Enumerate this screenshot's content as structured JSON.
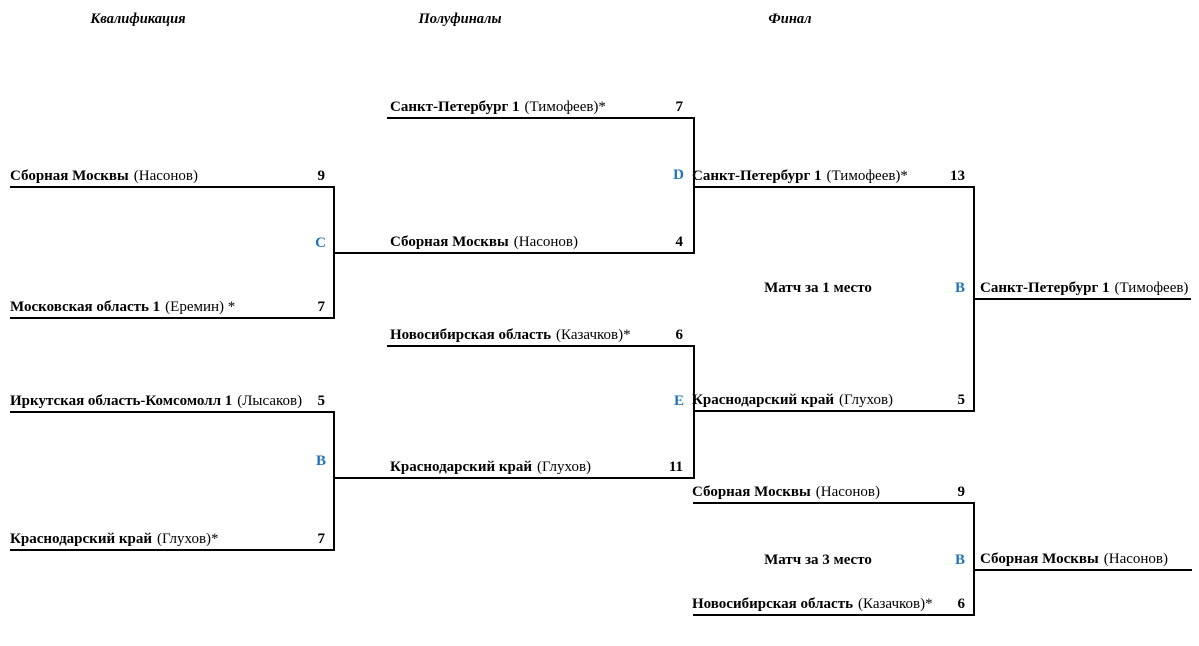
{
  "page": {
    "background_color": "#ffffff",
    "accent_blue": "#1F72BE",
    "line_color": "#000000"
  },
  "headers": {
    "qualification": "Квалификация",
    "semifinals": "Полуфиналы",
    "final": "Финал"
  },
  "bracket": {
    "qualification": {
      "match_c": {
        "letter": "C",
        "top": {
          "team": "Сборная Москвы",
          "coach": "(Насонов)",
          "score": "9"
        },
        "bottom": {
          "team": "Московская область 1",
          "coach": "(Еремин) *",
          "score": "7"
        }
      },
      "match_b": {
        "letter": "B",
        "top": {
          "team": "Иркутская область-Комсомолл 1",
          "coach": "(Лысаков)",
          "score": "5"
        },
        "bottom": {
          "team": "Краснодарский край",
          "coach": "(Глухов)*",
          "score": "7"
        }
      }
    },
    "semifinals": {
      "match_d": {
        "letter": "D",
        "top": {
          "team": "Санкт-Петербург 1",
          "coach": "(Тимофеев)*",
          "score": "7"
        },
        "bottom": {
          "team": "Сборная Москвы",
          "coach": "(Насонов)",
          "score": "4"
        }
      },
      "match_e": {
        "letter": "E",
        "top": {
          "team": "Новосибирская область",
          "coach": "(Казачков)*",
          "score": "6"
        },
        "bottom": {
          "team": "Краснодарский край",
          "coach": "(Глухов)",
          "score": "11"
        }
      }
    },
    "final": {
      "first_place": {
        "label": "Матч за 1 место",
        "letter": "В",
        "top": {
          "team": "Санкт-Петербург 1",
          "coach": "(Тимофеев)*",
          "score": "13"
        },
        "bottom": {
          "team": "Краснодарский край",
          "coach": "(Глухов)",
          "score": "5"
        },
        "winner": {
          "team": "Санкт-Петербург 1",
          "coach": "(Тимофеев)"
        }
      },
      "third_place": {
        "label": "Матч за 3 место",
        "letter": "В",
        "top": {
          "team": "Сборная Москвы",
          "coach": "(Насонов)",
          "score": "9"
        },
        "bottom": {
          "team": "Новосибирская область",
          "coach": "(Казачков)*",
          "score": "6"
        },
        "winner": {
          "team": "Сборная Москвы",
          "coach": "(Насонов)"
        }
      }
    }
  }
}
